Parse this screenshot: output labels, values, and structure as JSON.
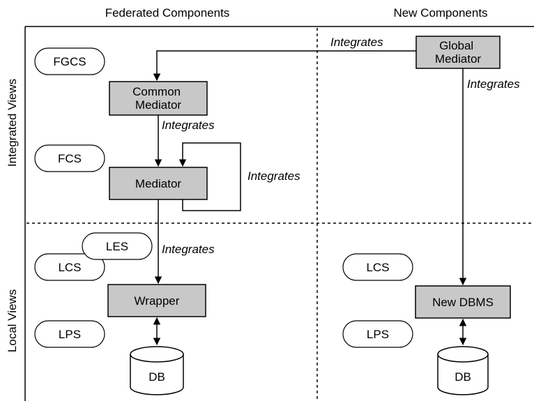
{
  "headers": {
    "federated": "Federated Components",
    "new": "New Components"
  },
  "side_labels": {
    "integrated": "Integrated Views",
    "local": "Local Views"
  },
  "schemas": {
    "fgcs": "FGCS",
    "fcs": "FCS",
    "les": "LES",
    "lcs_left": "LCS",
    "lps_left": "LPS",
    "lcs_right": "LCS",
    "lps_right": "LPS"
  },
  "components": {
    "global_mediator": "Global\nMediator",
    "common_mediator": "Common\nMediator",
    "mediator": "Mediator",
    "wrapper": "Wrapper",
    "new_dbms": "New DBMS",
    "db_left": "DB",
    "db_right": "DB"
  },
  "edges": {
    "global_to_common": "Integrates",
    "global_to_newdbms": "Integrates",
    "common_to_mediator": "Integrates",
    "mediator_self": "Integrates",
    "mediator_to_wrapper": "Integrates"
  }
}
